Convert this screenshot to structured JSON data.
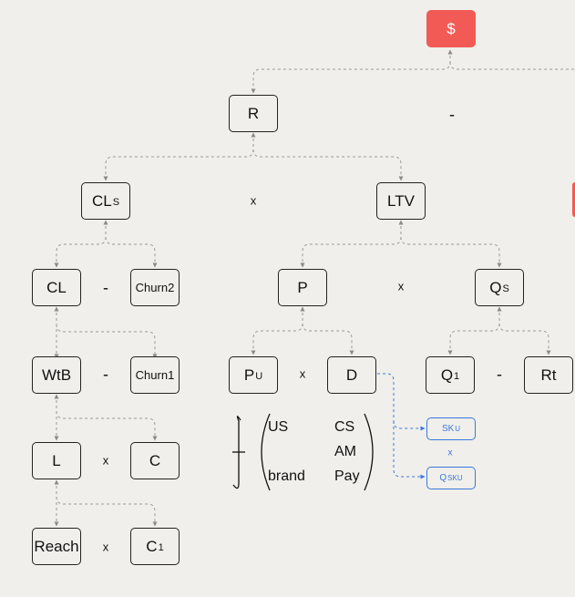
{
  "nodes": {
    "dollar": {
      "label": "$"
    },
    "r": {
      "label": "R"
    },
    "cls": {
      "label": "CL",
      "sub": "S"
    },
    "ltv": {
      "label": "LTV"
    },
    "cl": {
      "label": "CL"
    },
    "churn2": {
      "label": "Churn2"
    },
    "p": {
      "label": "P"
    },
    "qs": {
      "label": "Q",
      "sub": "S"
    },
    "wtb": {
      "label": "WtB"
    },
    "churn1": {
      "label": "Churn1"
    },
    "pu": {
      "label": "P",
      "sub": "U"
    },
    "d": {
      "label": "D"
    },
    "q1": {
      "label": "Q",
      "sub": "1"
    },
    "rt": {
      "label": "Rt"
    },
    "l": {
      "label": "L"
    },
    "c": {
      "label": "C"
    },
    "reach": {
      "label": "Reach"
    },
    "c1": {
      "label": "C",
      "sub": "1"
    },
    "sku": {
      "label": "SK",
      "sub": "U"
    },
    "qsku": {
      "label": "Q",
      "sub": "SKU"
    }
  },
  "operators": {
    "r_minus": "-",
    "cls_times_ltv": "x",
    "cl_minus_churn2": "-",
    "p_times_qs": "x",
    "wtb_minus_churn1": "-",
    "pu_times_d": "x",
    "q1_minus_rt": "-",
    "l_times_c": "x",
    "reach_times_c1": "x",
    "sku_times_qsku": "x"
  },
  "formula": {
    "us": "US",
    "brand": "brand",
    "cs": "CS",
    "am": "AM",
    "pay": "Pay"
  },
  "colors": {
    "background": "#f0efeb",
    "dollar_node": "#f25a55",
    "sku_links": "#3b78dc",
    "connector": "#9a9a9a"
  }
}
